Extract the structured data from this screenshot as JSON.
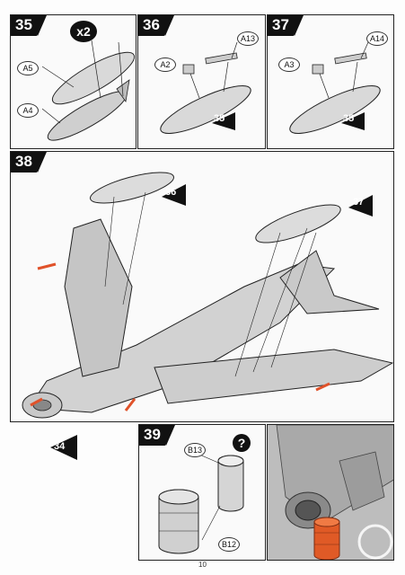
{
  "steps": {
    "s35": {
      "number": "35",
      "badge": "x2",
      "callouts": [
        "A5",
        "A4"
      ]
    },
    "s36": {
      "number": "36",
      "callouts": [
        "A13",
        "A2"
      ],
      "ref": "35"
    },
    "s37": {
      "number": "37",
      "callouts": [
        "A14",
        "A3"
      ],
      "ref": "35"
    },
    "s38": {
      "number": "38",
      "refs": [
        "36",
        "37"
      ]
    },
    "s39": {
      "number": "39",
      "callouts": [
        "B13",
        "B12"
      ],
      "help_symbol": "?"
    },
    "s34": {
      "ref": "34"
    }
  },
  "page_number": "10",
  "colors": {
    "part_grey": "#d4d4d4",
    "line": "#222222",
    "accent_red": "#e0522a"
  }
}
